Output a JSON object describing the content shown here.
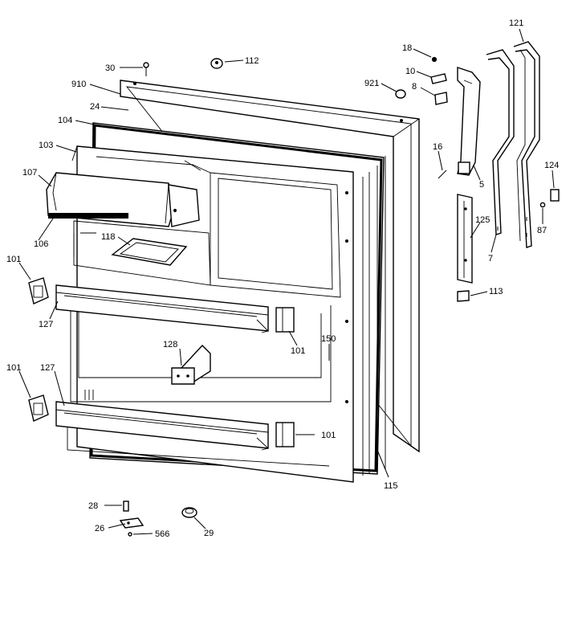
{
  "callouts": [
    "30",
    "112",
    "910",
    "24",
    "104",
    "103",
    "107",
    "106",
    "118",
    "101",
    "127",
    "101",
    "127",
    "101",
    "128",
    "150",
    "101",
    "115",
    "28",
    "26",
    "566",
    "29",
    "18",
    "10",
    "921",
    "8",
    "16",
    "5",
    "121",
    "124",
    "87",
    "7",
    "125",
    "113"
  ]
}
